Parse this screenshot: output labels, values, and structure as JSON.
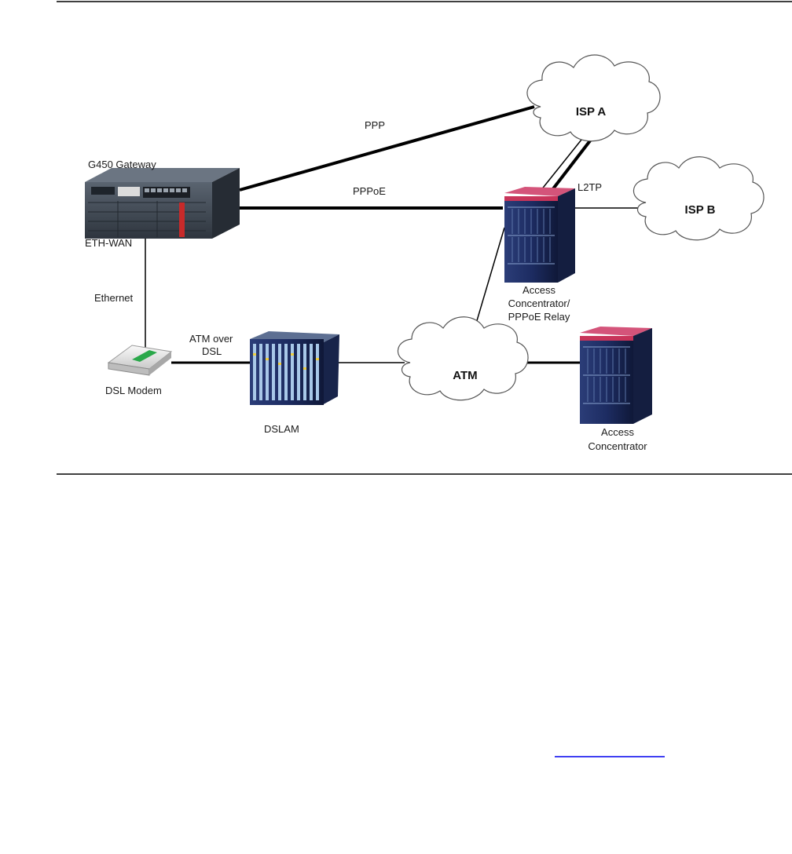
{
  "diagram": {
    "labels": {
      "g450": "G450 Gateway",
      "eth_wan": "ETH-WAN",
      "ethernet": "Ethernet",
      "dsl_modem": "DSL Modem",
      "atm_over": "ATM over",
      "dsl": "DSL",
      "dslam": "DSLAM",
      "ppp": "PPP",
      "pppoe": "PPPoE",
      "l2tp": "L2TP",
      "ac_relay_1": "Access",
      "ac_relay_2": "Concentrator/",
      "ac_relay_3": "PPPoE Relay",
      "ac_1": "Access",
      "ac_2": "Concentrator"
    },
    "clouds": {
      "isp_a": "ISP A",
      "isp_b": "ISP B",
      "atm": "ATM"
    }
  },
  "colors": {
    "line": "#000000",
    "rack_top": "#c8345a",
    "rack_body": "#1a2a5a",
    "gateway_body": "#3c4552",
    "modem_body": "#e4e4e4",
    "modem_led": "#2aa84a"
  }
}
